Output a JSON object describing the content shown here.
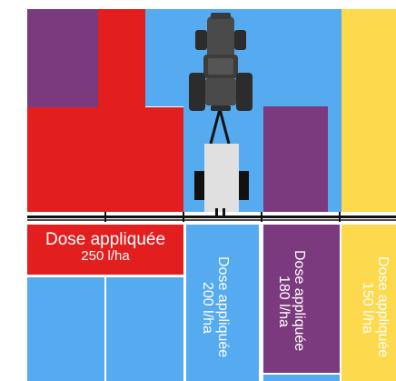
{
  "colors": {
    "red": "#e31e1e",
    "purple": "#7b3a7d",
    "blue": "#55aaf0",
    "yellow": "#fdd94e",
    "boom": "#1a1a1a",
    "tractor": "#3d3d3d",
    "tank": "#e0e0e0"
  },
  "zones": [
    {
      "id": "red",
      "label": "Dose appliquée",
      "rate": "250 l/ha",
      "rate_value_l_per_ha": 250
    },
    {
      "id": "blue",
      "label": "Dose appliquée",
      "rate": "200 l/ha",
      "rate_value_l_per_ha": 200
    },
    {
      "id": "purple",
      "label": "Dose appliquée",
      "rate": "180 l/ha",
      "rate_value_l_per_ha": 180
    },
    {
      "id": "yellow",
      "label": "Dose appliquée",
      "rate": "150 l/ha",
      "rate_value_l_per_ha": 150
    }
  ],
  "icons": [
    "tractor-icon",
    "sprayer-tank-icon",
    "spray-boom"
  ]
}
